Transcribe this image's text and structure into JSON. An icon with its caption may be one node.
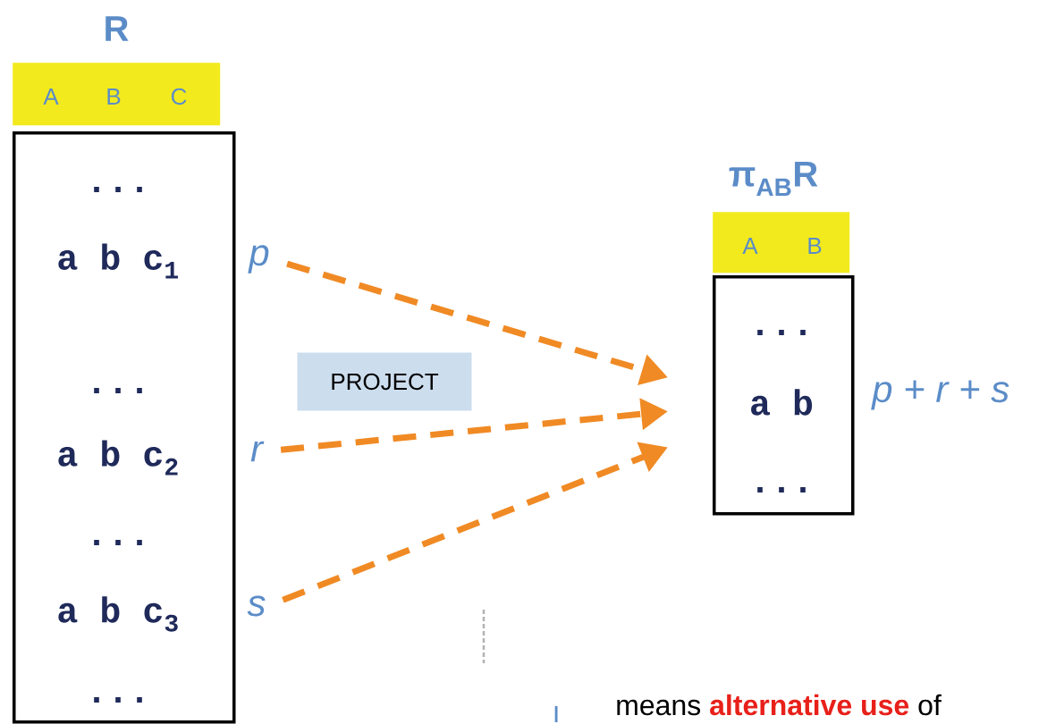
{
  "diagram": {
    "nodes": [
      {
        "text": [
          "R",
          "A",
          "B",
          "C"
        ]
      },
      {
        "text": [
          "...",
          "a b c$_{1}$",
          "...",
          "a b c$_{2}$",
          "...",
          "a b c$_{3}$",
          "..."
        ]
      },
      {
        "text": [
          "p"
        ]
      },
      {
        "text": [
          "r"
        ]
      },
      {
        "text": [
          "s"
        ]
      },
      {
        "text": [
          "PROJECT"
        ]
      },
      {
        "text": [
          "π$_{AB}$R",
          "A",
          "B"
        ]
      },
      {
        "text": [
          "...",
          "a b",
          "..."
        ],
        "beside": [
          "p + r + s"
        ]
      }
    ],
    "edges": [
      {
        "from": 2,
        "to": 7,
        "arrow": "to",
        "style": "dashed"
      },
      {
        "from": 3,
        "to": 7,
        "arrow": "to",
        "style": "dashed"
      },
      {
        "from": 4,
        "to": 7,
        "arrow": "to",
        "style": "dashed"
      }
    ],
    "labels": [
      "means",
      "alternative use",
      "of"
    ]
  }
}
